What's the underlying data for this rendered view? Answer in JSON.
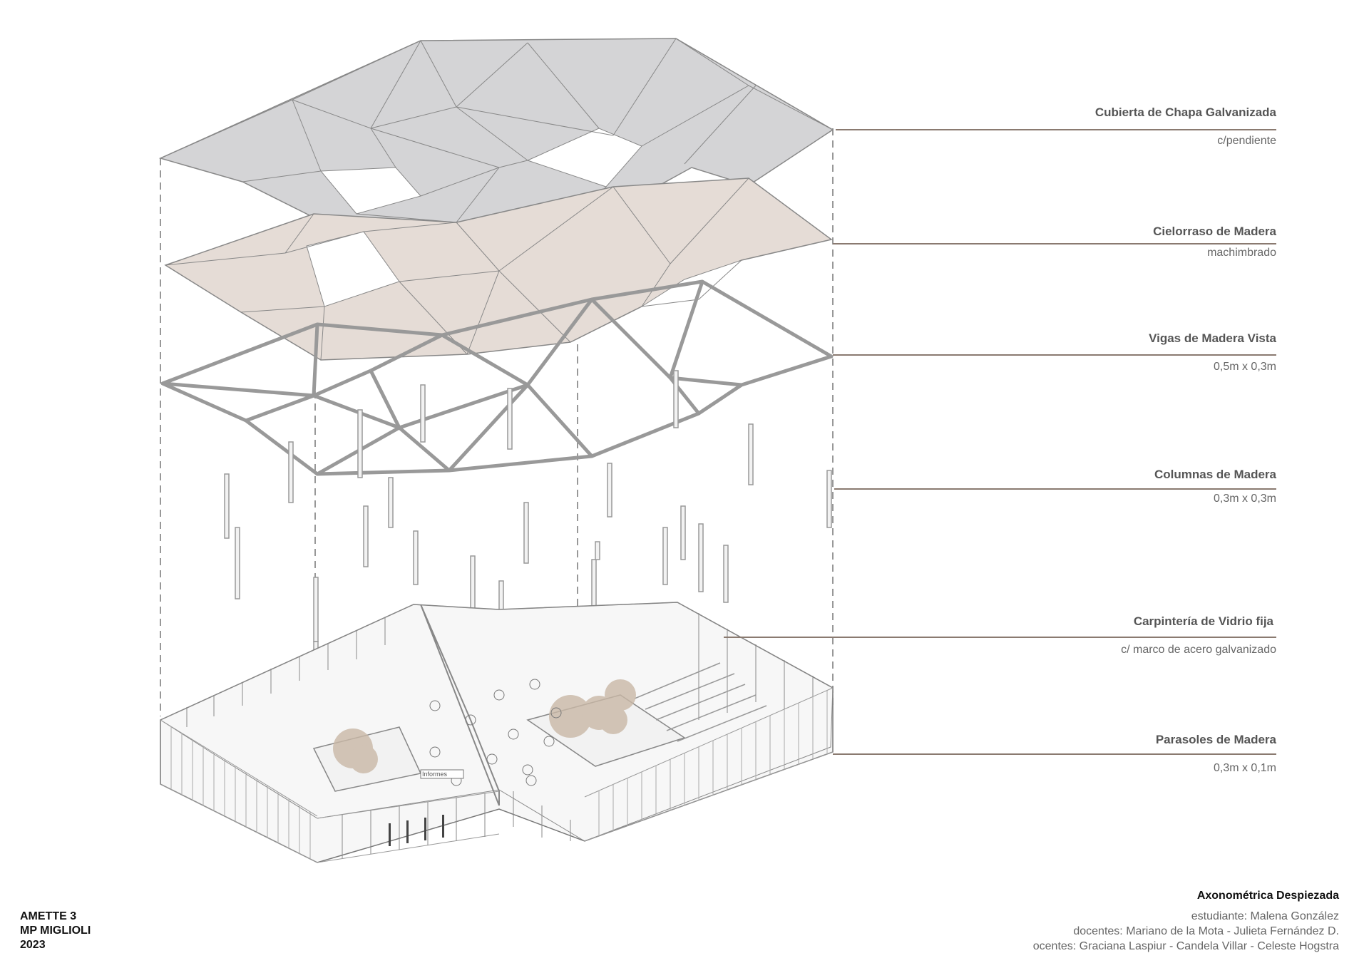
{
  "layers": [
    {
      "title": "Cubierta de Chapa Galvanizada",
      "subtitle": "c/pendiente"
    },
    {
      "title": "Cielorraso de Madera",
      "subtitle": "machimbrado"
    },
    {
      "title": "Vigas de Madera Vista",
      "subtitle": "0,5m x 0,3m"
    },
    {
      "title": "Columnas de Madera",
      "subtitle": "0,3m x 0,3m"
    },
    {
      "title": "Carpintería de Vidrio fija",
      "subtitle": "c/ marco de acero galvanizado"
    },
    {
      "title": "Parasoles de Madera",
      "subtitle": "0,3m x 0,1m"
    }
  ],
  "footer_left": {
    "line1": "AMETTE 3",
    "line2": "MP MIGLIOLI",
    "line3": "2023"
  },
  "footer_right": {
    "title": "Axonométrica Despiezada",
    "student": "estudiante: Malena González",
    "teachers": "docentes: Mariano de la Mota - Julieta Fernández D.",
    "assistants": "ocentes: Graciana Laspiur - Candela Villar - Celeste Hogstra"
  },
  "plan_sign": "Informes",
  "colors": {
    "roof": "#d4d4d6",
    "ceiling": "#e5dcd6",
    "line": "#8a7a70",
    "tree": "#c9b8a6"
  }
}
